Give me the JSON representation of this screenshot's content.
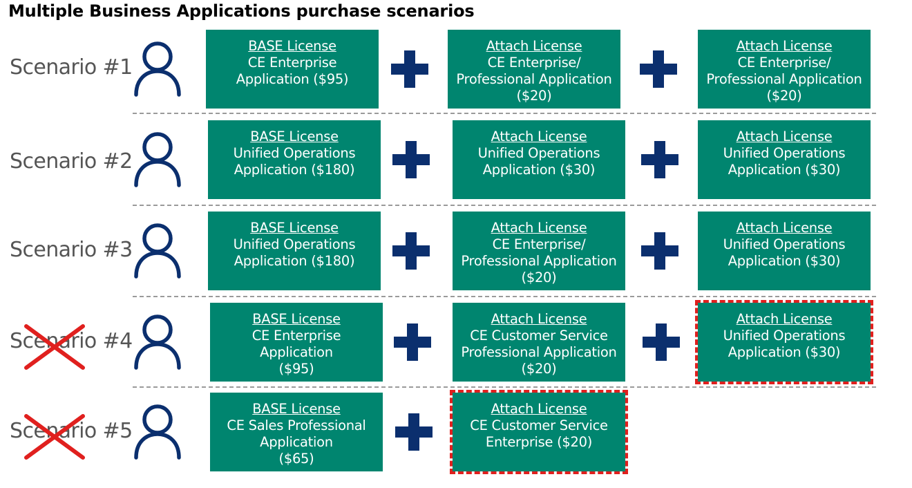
{
  "title": "Multiple Business Applications purchase scenarios",
  "colors": {
    "box": "#00856f",
    "plus": "#0b2f6e",
    "person": "#0b2f6e",
    "cross": "#e0201e",
    "dashed_outline": "#e0201e"
  },
  "scenarios": [
    {
      "label": "Scenario #1",
      "excluded": false,
      "licenses": [
        {
          "title": "BASE License",
          "lines": [
            "CE Enterprise",
            "Application ($95)"
          ]
        },
        {
          "title": "Attach License",
          "lines": [
            "CE Enterprise/",
            "Professional Application",
            "($20)"
          ]
        },
        {
          "title": "Attach License",
          "lines": [
            "CE Enterprise/",
            "Professional Application",
            "($20)"
          ]
        }
      ]
    },
    {
      "label": "Scenario #2",
      "excluded": false,
      "licenses": [
        {
          "title": "BASE License",
          "lines": [
            "Unified Operations",
            "Application ($180)"
          ]
        },
        {
          "title": "Attach License",
          "lines": [
            "Unified Operations",
            "Application ($30)"
          ]
        },
        {
          "title": "Attach License",
          "lines": [
            "Unified Operations",
            "Application ($30)"
          ]
        }
      ]
    },
    {
      "label": "Scenario #3",
      "excluded": false,
      "licenses": [
        {
          "title": "BASE License",
          "lines": [
            "Unified Operations",
            "Application ($180)"
          ]
        },
        {
          "title": "Attach License",
          "lines": [
            "CE Enterprise/",
            "Professional Application",
            "($20)"
          ]
        },
        {
          "title": "Attach License",
          "lines": [
            "Unified Operations",
            "Application ($30)"
          ]
        }
      ]
    },
    {
      "label": "Scenario #4",
      "excluded": true,
      "licenses": [
        {
          "title": "BASE License",
          "lines": [
            "CE Enterprise",
            "Application",
            "($95)"
          ]
        },
        {
          "title": "Attach License",
          "lines": [
            "CE  Customer Service",
            "Professional Application",
            "($20)"
          ]
        },
        {
          "title": "Attach License",
          "lines": [
            "Unified Operations",
            "Application ($30)"
          ],
          "invalid": true
        }
      ]
    },
    {
      "label": "Scenario #5",
      "excluded": true,
      "licenses": [
        {
          "title": "BASE License",
          "lines": [
            "CE Sales Professional",
            "Application",
            "($65)"
          ]
        },
        {
          "title": "Attach License",
          "lines": [
            "CE Customer Service",
            "Enterprise ($20)"
          ],
          "invalid": true
        }
      ]
    }
  ]
}
